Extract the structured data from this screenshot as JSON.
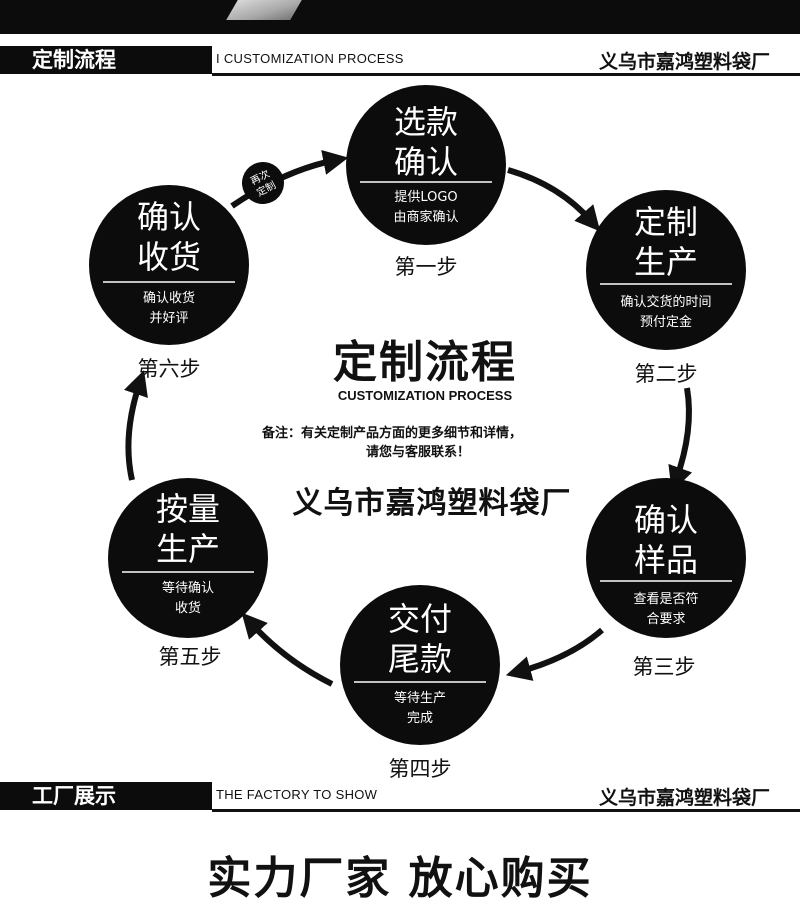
{
  "colors": {
    "dark": "#0c0c0c",
    "white": "#ffffff"
  },
  "section1": {
    "label": "定制流程",
    "sub": "I CUSTOMIZATION PROCESS",
    "brand": "义乌市嘉鸿塑料袋厂"
  },
  "section2": {
    "label": "工厂展示",
    "sub": "THE FACTORY TO SHOW",
    "brand": "义乌市嘉鸿塑料袋厂"
  },
  "center": {
    "title": "定制流程",
    "subtitle": "CUSTOMIZATION PROCESS",
    "note_line1": "备注：有关定制产品方面的更多细节和详情，",
    "note_line2": "请您与客服联系！",
    "brand": "义乌市嘉鸿塑料袋厂"
  },
  "steps": [
    {
      "title1": "选款",
      "title2": "确认",
      "desc1": "提供LOGO",
      "desc2": "由商家确认",
      "label": "第一步"
    },
    {
      "title1": "定制",
      "title2": "生产",
      "desc1": "确认交货的时间",
      "desc2": "预付定金",
      "label": "第二步"
    },
    {
      "title1": "确认",
      "title2": "样品",
      "desc1": "查看是否符",
      "desc2": "合要求",
      "label": "第三步"
    },
    {
      "title1": "交付",
      "title2": "尾款",
      "desc1": "等待生产",
      "desc2": "完成",
      "label": "第四步"
    },
    {
      "title1": "按量",
      "title2": "生产",
      "desc1": "等待确认",
      "desc2": "收货",
      "label": "第五步"
    },
    {
      "title1": "确认",
      "title2": "收货",
      "desc1": "确认收货",
      "desc2": "并好评",
      "label": "第六步"
    }
  ],
  "repeat_badge": {
    "line1": "再次",
    "line2": "定制"
  },
  "slogan": "实力厂家 放心购买"
}
